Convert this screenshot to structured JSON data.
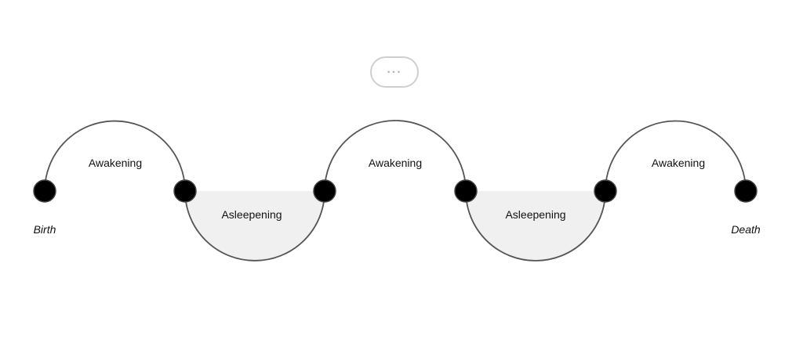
{
  "more_button": {
    "label": "..."
  },
  "timeline": {
    "start_label": "Birth",
    "end_label": "Death",
    "phases": [
      {
        "label": "Awakening",
        "kind": "awake"
      },
      {
        "label": "Asleepening",
        "kind": "asleep"
      },
      {
        "label": "Awakening",
        "kind": "awake"
      },
      {
        "label": "Asleepening",
        "kind": "asleep"
      },
      {
        "label": "Awakening",
        "kind": "awake"
      }
    ]
  },
  "colors": {
    "line": "#555555",
    "node": "#000000",
    "asleep_fill": "#f0f0f0",
    "pill_border": "#cfcfcf"
  }
}
